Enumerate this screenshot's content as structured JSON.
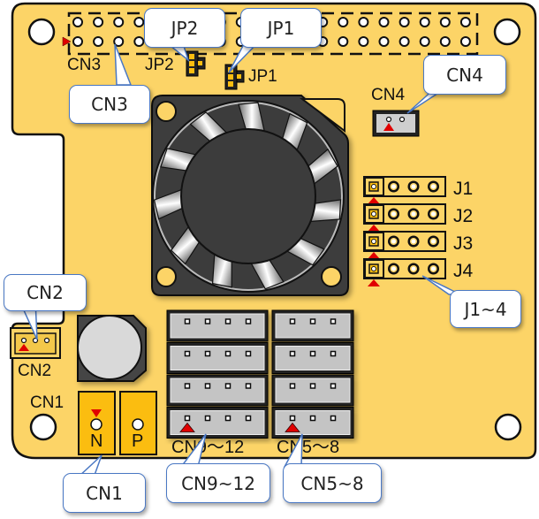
{
  "diagram": {
    "title": "Board connector layout",
    "colors": {
      "board": "#fcd467",
      "outline": "#111111",
      "fan_body": "#3c3c3c",
      "connector_gray": "#c4c4c4",
      "pin1_marker": "#e00000",
      "header_orange": "#fbbd10",
      "callout_border": "#4a78c4"
    },
    "silkscreen": {
      "cn3": "CN3",
      "jp2": "JP2",
      "jp1": "JP1",
      "cn4": "CN4",
      "j1": "J1",
      "j2": "J2",
      "j3": "J3",
      "j4": "J4",
      "cn2": "CN2",
      "cn1": "CN1",
      "n": "N",
      "p": "P",
      "cn9_12": "CN9～12",
      "cn5_8": "CN5～8"
    },
    "callouts": {
      "jp2": "JP2",
      "jp1": "JP1",
      "cn3": "CN3",
      "cn4": "CN4",
      "j1_4": "J1~4",
      "cn2": "CN2",
      "cn1": "CN1",
      "cn9_12": "CN9~12",
      "cn5_8": "CN5~8"
    },
    "components": {
      "gpio_header_pins_per_row": 20,
      "gpio_header_rows": 2,
      "j_headers": [
        "J1",
        "J2",
        "J3",
        "J4"
      ],
      "j_header_pins": 4,
      "cn9_12_pins": 4,
      "cn5_8_pins": 3,
      "cn2_pins": 3,
      "cn4_pins": 2
    }
  }
}
